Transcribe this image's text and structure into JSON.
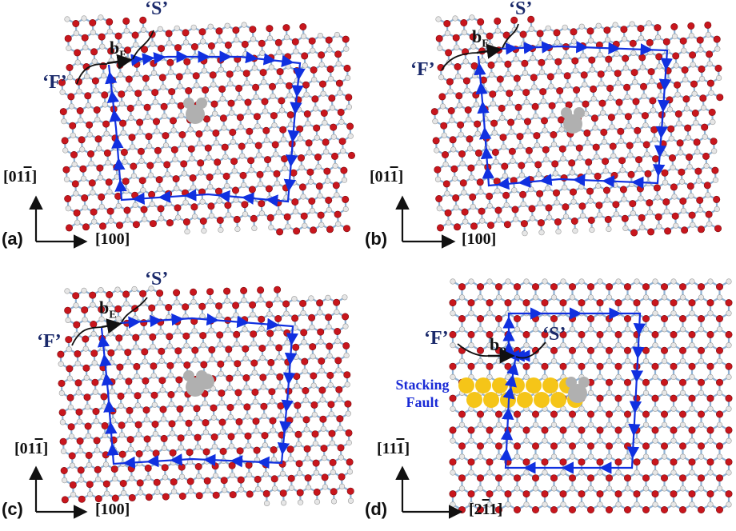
{
  "panels": [
    {
      "id": "a",
      "label": "(a)",
      "axis_v": {
        "pre": "[01",
        "bar": "1",
        "post": "]"
      },
      "axis_h": "[100]",
      "burgers": {
        "b": "b",
        "sub": "E"
      },
      "start_tag": "‘S’",
      "finish_tag": "‘F’"
    },
    {
      "id": "b",
      "label": "(b)",
      "axis_v": {
        "pre": "[01",
        "bar": "1",
        "post": "]"
      },
      "axis_h": "[100]",
      "burgers": {
        "b": "b",
        "sub": "E"
      },
      "start_tag": "‘S’",
      "finish_tag": "‘F’"
    },
    {
      "id": "c",
      "label": "(c)",
      "axis_v": {
        "pre": "[01",
        "bar": "1",
        "post": "]"
      },
      "axis_h": "[100]",
      "burgers": {
        "b": "b",
        "sub": "E"
      },
      "start_tag": "‘S’",
      "finish_tag": "‘F’"
    },
    {
      "id": "d",
      "label": "(d)",
      "axis_v": {
        "pre": "[11",
        "bar": "1",
        "post": "]"
      },
      "axis_h": {
        "pre": "[2",
        "bar": "1",
        "post": "1]"
      },
      "burgers": {
        "b": "b",
        "sub": "P"
      },
      "start_tag": "‘S’",
      "finish_tag": "‘F’",
      "stacking_fault": [
        "Stacking",
        "Fault"
      ]
    }
  ],
  "colors": {
    "atom_red": "#c8161d",
    "atom_white": "#e6e6e6",
    "bond": "#8fb3d6",
    "circuit": "#1030e0",
    "tag_text": "#1b2a6b",
    "fault_fill": "#f5c518",
    "core_gray": "#b0b0b0",
    "sf_text": "#1a2bd6"
  }
}
